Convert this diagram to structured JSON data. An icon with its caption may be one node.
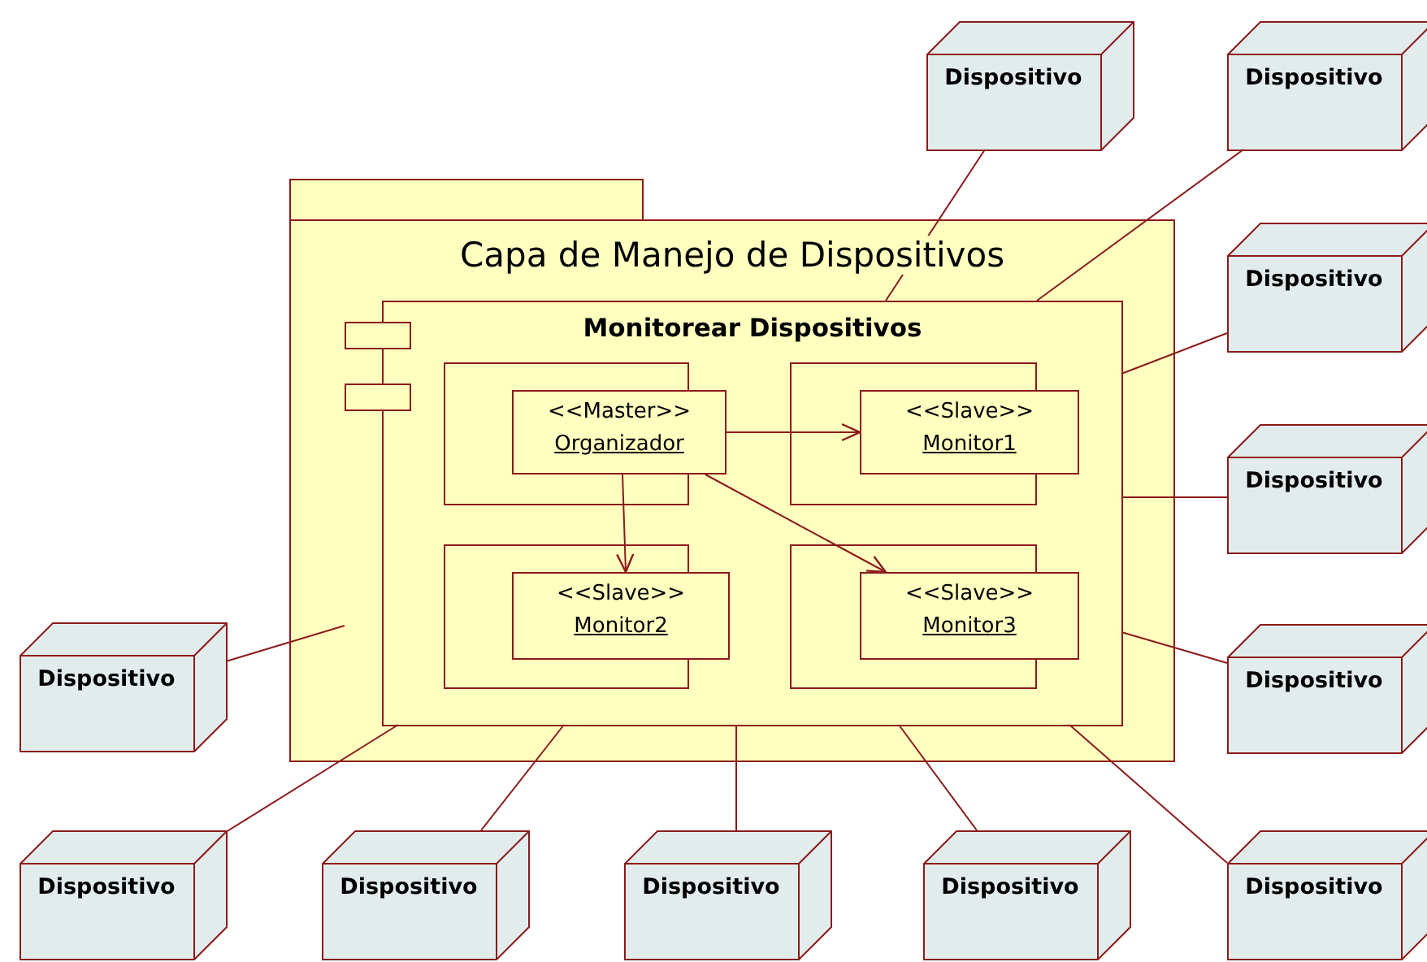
{
  "diagram": {
    "nodes": [
      {
        "text": [
          "Capa de Manejo de Dispositivos"
        ]
      },
      {
        "text": [
          "Monitorear Dispositivos"
        ],
        "in": 0
      },
      {
        "text": [
          "<<Master>>",
          "Organizador"
        ],
        "in": 1
      },
      {
        "text": [
          "<<Slave>>",
          "Monitor1"
        ],
        "in": 1
      },
      {
        "text": [
          "<<Slave>>",
          "Monitor2"
        ],
        "in": 1
      },
      {
        "text": [
          "<<Slave>>",
          "Monitor3"
        ],
        "in": 1
      },
      {
        "text": [
          "Dispositivo"
        ]
      },
      {
        "text": [
          "Dispositivo"
        ]
      },
      {
        "text": [
          "Dispositivo"
        ]
      },
      {
        "text": [
          "Dispositivo"
        ]
      },
      {
        "text": [
          "Dispositivo"
        ]
      },
      {
        "text": [
          "Dispositivo"
        ]
      },
      {
        "text": [
          "Dispositivo"
        ]
      },
      {
        "text": [
          "Dispositivo"
        ]
      },
      {
        "text": [
          "Dispositivo"
        ]
      },
      {
        "text": [
          "Dispositivo"
        ]
      },
      {
        "text": [
          "Dispositivo"
        ]
      }
    ],
    "edges": [
      {
        "from": 6,
        "to": 1,
        "arrow": "none"
      },
      {
        "from": 7,
        "to": 1,
        "arrow": "none"
      },
      {
        "from": 8,
        "to": 1,
        "arrow": "none"
      },
      {
        "from": 9,
        "to": 1,
        "arrow": "none"
      },
      {
        "from": 10,
        "to": 1,
        "arrow": "none"
      },
      {
        "from": 11,
        "to": 1,
        "arrow": "none"
      },
      {
        "from": 12,
        "to": 1,
        "arrow": "none"
      },
      {
        "from": 13,
        "to": 1,
        "arrow": "none"
      },
      {
        "from": 14,
        "to": 1,
        "arrow": "none"
      },
      {
        "from": 15,
        "to": 1,
        "arrow": "none"
      },
      {
        "from": 16,
        "to": 1,
        "arrow": "none"
      },
      {
        "from": 2,
        "to": 3,
        "arrow": "to"
      },
      {
        "from": 2,
        "to": 4,
        "arrow": "to"
      },
      {
        "from": 2,
        "to": 5,
        "arrow": "to"
      }
    ]
  }
}
